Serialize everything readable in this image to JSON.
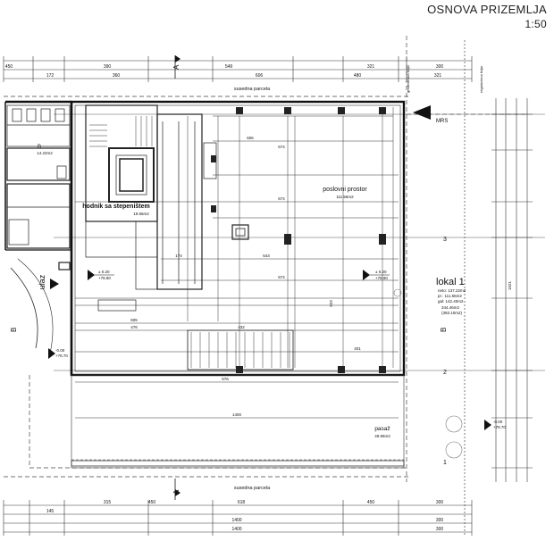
{
  "title": "OSNOVA PRIZEMLJA",
  "scale": "1:50",
  "labels": {
    "suseda_top": "susedna parcela",
    "suseda_bottom": "susedna parcela",
    "poslovni": "poslovni prostor",
    "poslovni_area": "111.56m2",
    "hodnik": "hodnik sa stepeništem",
    "hodnik_area": "19.56m2",
    "room_b_num": "B",
    "room_b_area": "14.22m2",
    "ulaz": "ulaz",
    "pasaz": "pasaž",
    "pasaz_area": "49.96m2",
    "lokal": "lokal 1",
    "lokal_neto": "neto: 137.22m2",
    "lokal_pr": "pr.: 111.56m2",
    "lokal_gal": "gal: 142.40m2",
    "lokal_bruto": "344.46m2",
    "lokal_bruto2": "(393.10m2)",
    "mrs": "MRS",
    "gradj_linija": "građevinska linija",
    "regul_linija": "regulaciona linija",
    "lvl_1": "± 0.20",
    "lvl_1b": "+78.90",
    "lvl_2": "± 0.20",
    "lvl_2b": "+78.90",
    "lvl_3": "-0.00",
    "lvl_3b": "+78.70",
    "lvl_4": "-0.00",
    "lvl_4b": "+78.70",
    "sec_a": "A",
    "sec_b": "B",
    "axis_1": "1",
    "axis_2": "2",
    "axis_3": "3"
  },
  "dims_top1": [
    "450",
    "390",
    "549",
    "321",
    "300"
  ],
  "dims_top2": [
    "172",
    "360",
    "606",
    "480",
    "321"
  ],
  "dims_bot1": [
    "315",
    "450",
    "618",
    "450",
    "300"
  ],
  "dims_bot2": [
    "145",
    "1400",
    "300"
  ],
  "dims_bot3": [
    "1400",
    "300"
  ],
  "dims_inner": [
    "606",
    "674",
    "543",
    "174",
    "674",
    "505",
    "476",
    "432",
    "401",
    "576",
    "1400",
    "674",
    "923",
    "1521"
  ]
}
